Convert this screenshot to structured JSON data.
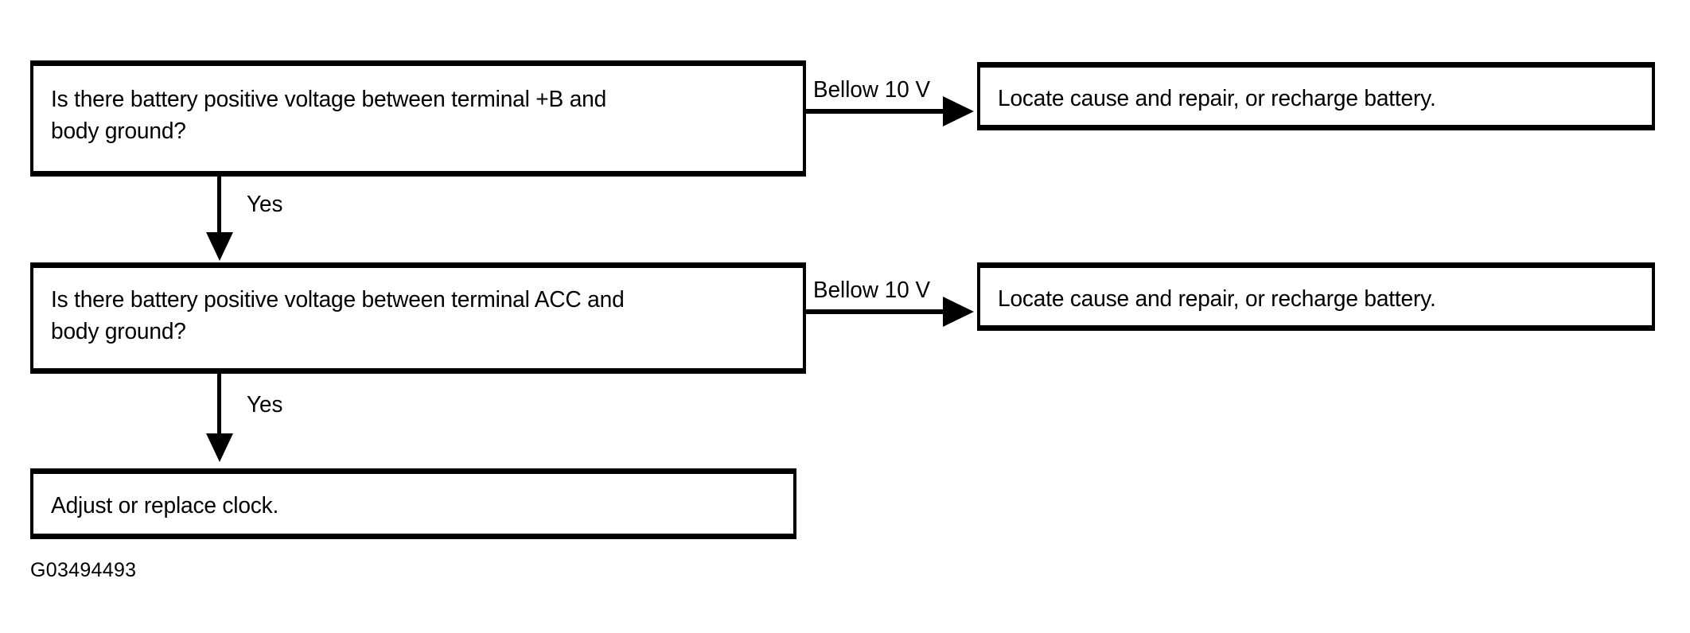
{
  "document": {
    "type": "troubleshooting-flowchart",
    "figure_id": "G03494493"
  },
  "nodes": {
    "question_1": {
      "text": "Is there battery positive voltage between terminal +B and\nbody ground?"
    },
    "answer_1": {
      "text": "Locate cause and repair, or recharge battery."
    },
    "question_2": {
      "text": "Is there battery positive voltage between terminal ACC and\nbody ground?"
    },
    "answer_2": {
      "text": "Locate cause and repair, or recharge battery."
    },
    "end": {
      "text": "Adjust or replace clock."
    }
  },
  "edges": {
    "yes_1": {
      "label": "Yes"
    },
    "yes_2": {
      "label": "Yes"
    },
    "below_1": {
      "label": "Bellow 10 V"
    },
    "below_2": {
      "label": "Bellow 10 V"
    }
  },
  "colors": {
    "stroke": "#000000",
    "background": "#ffffff",
    "text": "#000000"
  }
}
